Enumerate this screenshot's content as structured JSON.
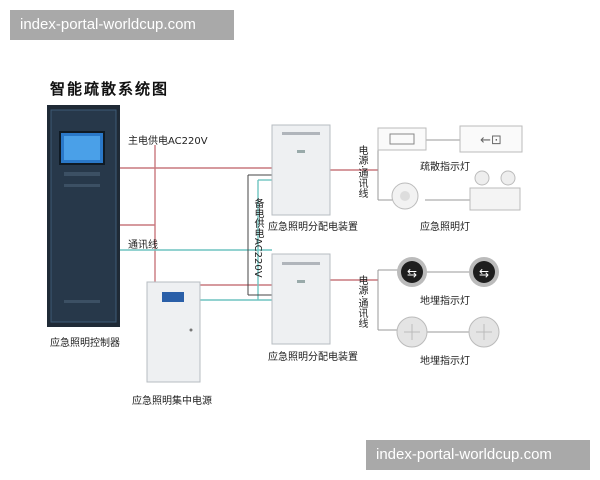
{
  "watermark_top": "index-portal-worldcup.com",
  "watermark_bottom": "index-portal-worldcup.com",
  "title": "智能疏散系统图",
  "labels": {
    "controller": "应急照明控制器",
    "main_power": "主电供电AC220V",
    "backup_power": "备电供电AC220V",
    "comm_line": "通讯线",
    "central_power": "应急照明集中电源",
    "dist_box_1": "应急照明分配电装置",
    "dist_box_2": "应急照明分配电装置",
    "power_comm_1": "电源·通讯线",
    "power_comm_2": "电源·通讯线",
    "evac_sign": "疏散指示灯",
    "emergency_light": "应急照明灯",
    "floor_sign_1": "地埋指示灯",
    "floor_sign_2": "地埋指示灯"
  },
  "colors": {
    "power_line": "#c9787e",
    "comm_line": "#6ec4c0",
    "backup_line": "#444444"
  }
}
